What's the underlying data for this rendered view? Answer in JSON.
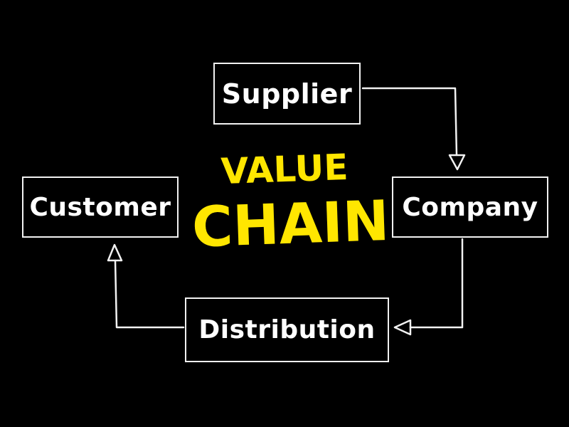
{
  "diagram": {
    "title_line_1": "VALUE",
    "title_line_2": "CHAIN",
    "nodes": {
      "supplier": "Supplier",
      "company": "Company",
      "distribution": "Distribution",
      "customer": "Customer"
    },
    "flow": [
      "Supplier",
      "Company",
      "Distribution",
      "Customer"
    ],
    "colors": {
      "background": "#000000",
      "box_outline": "#f2f2f2",
      "text": "#ffffff",
      "title": "#ffe600"
    }
  }
}
